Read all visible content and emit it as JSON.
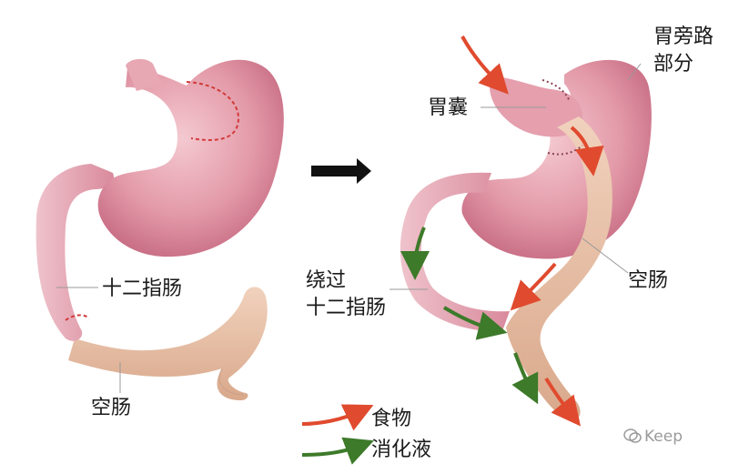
{
  "labels": {
    "duodenum_left": "十二指肠",
    "jejunum_left": "空肠",
    "bypass_part": [
      "胃旁路",
      "部分"
    ],
    "pouch": "胃囊",
    "jejunum_right": "空肠",
    "bypass_duodenum": [
      "绕过",
      "十二指肠"
    ]
  },
  "legend": {
    "food": "食物",
    "digestive_juice": "消化液"
  },
  "watermark": "Keep",
  "colors": {
    "stomach": "#e39aa8",
    "stomach_dark": "#c96a7c",
    "intestine": "#e9bfa3",
    "food_arrow": "#e04a2e",
    "juice_arrow": "#3d7a2a",
    "cut_line": "#d23a3a"
  }
}
